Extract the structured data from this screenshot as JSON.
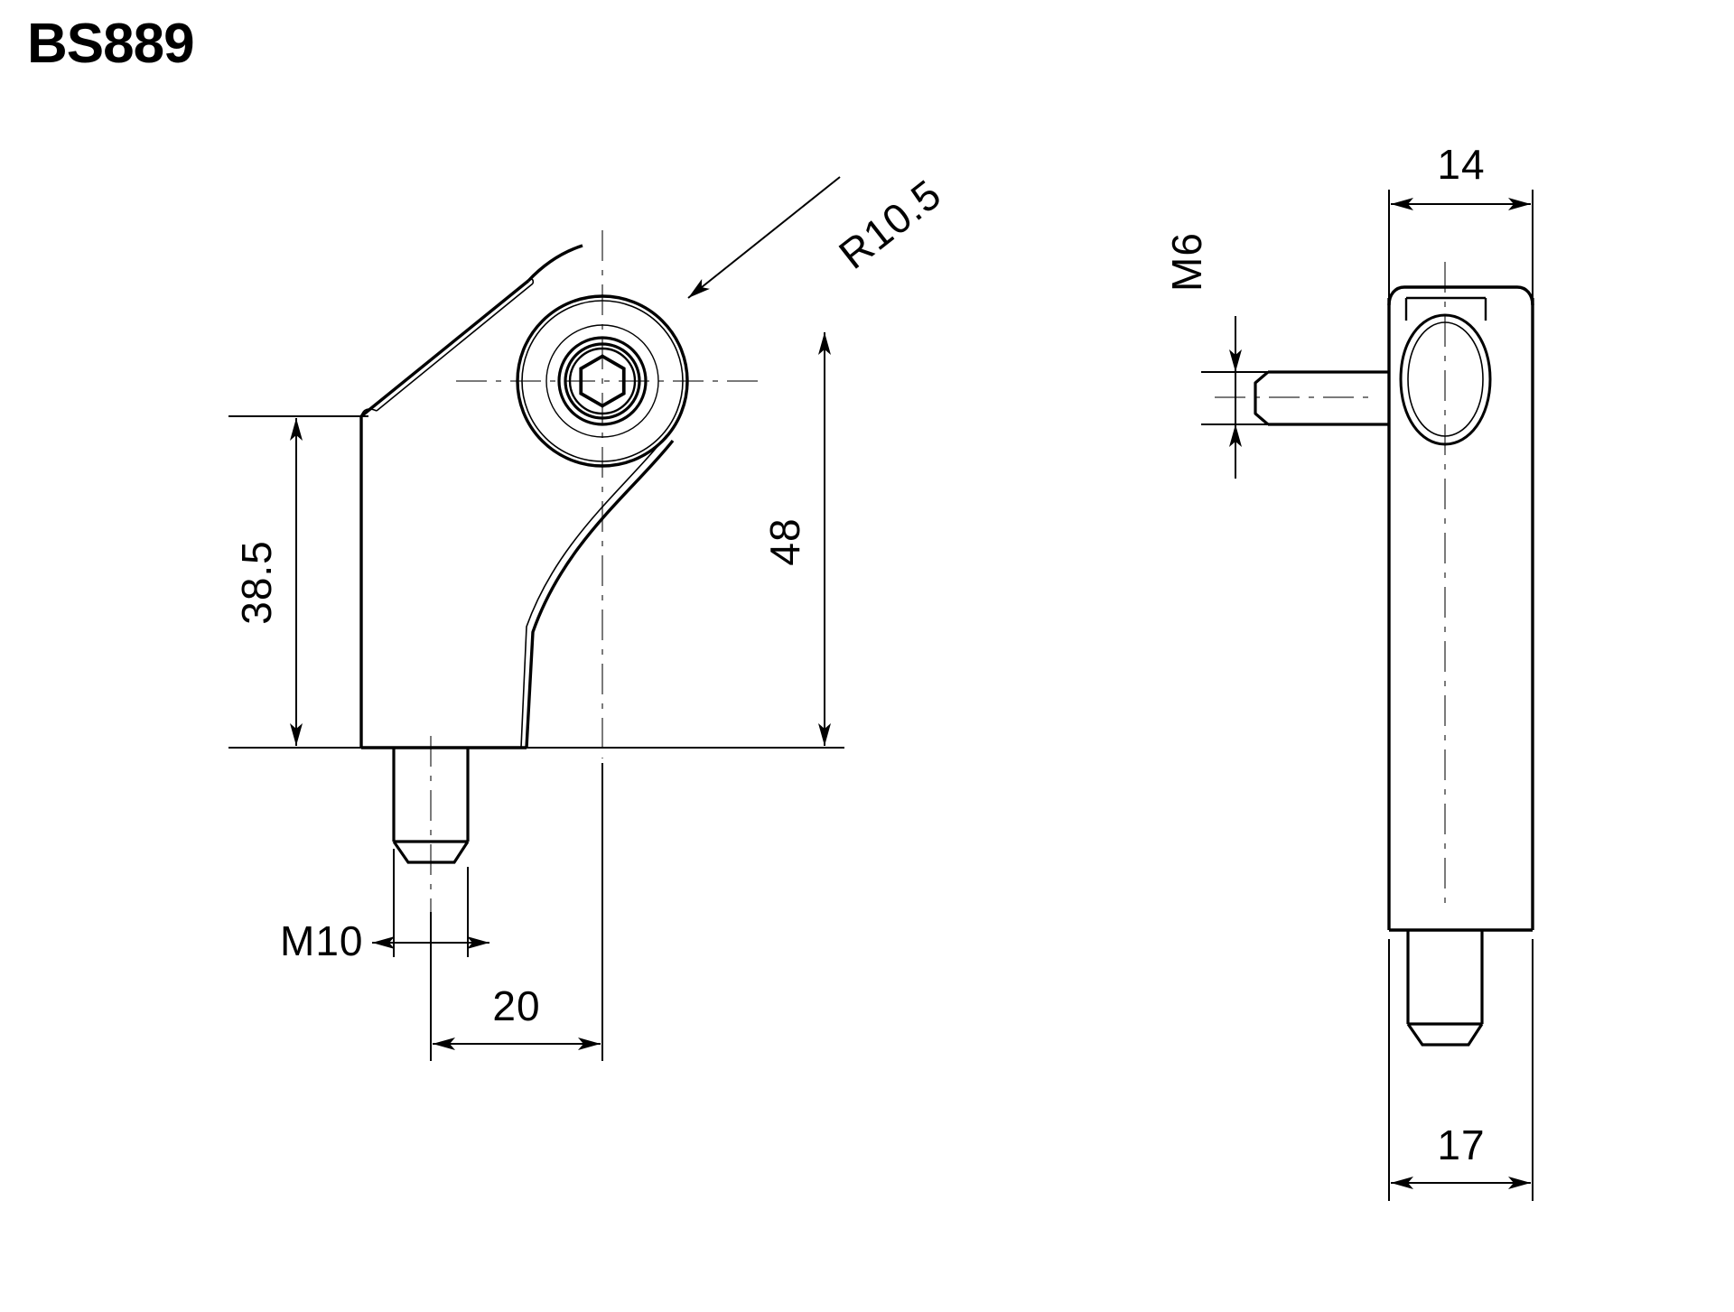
{
  "title": "BS889",
  "drawing": {
    "part_code": "BS889",
    "type": "engineering-drawing",
    "units": "mm",
    "views": [
      {
        "name": "side-view",
        "position": "left"
      },
      {
        "name": "front-view",
        "position": "right"
      }
    ]
  },
  "dimensions": {
    "radius_boss": "R10.5",
    "height_body": "38.5",
    "height_total": "48",
    "thread_bottom": "M10",
    "width_base": "20",
    "width_top_right": "14",
    "thread_side": "M6",
    "width_base_right": "17"
  },
  "labels": {
    "r105": "R10.5",
    "h385": "38.5",
    "h48": "48",
    "m10": "M10",
    "w20": "20",
    "w14": "14",
    "m6": "M6",
    "w17": "17"
  },
  "colors": {
    "line": "#000000",
    "centerline": "#7a7a7a",
    "background": "#ffffff"
  }
}
